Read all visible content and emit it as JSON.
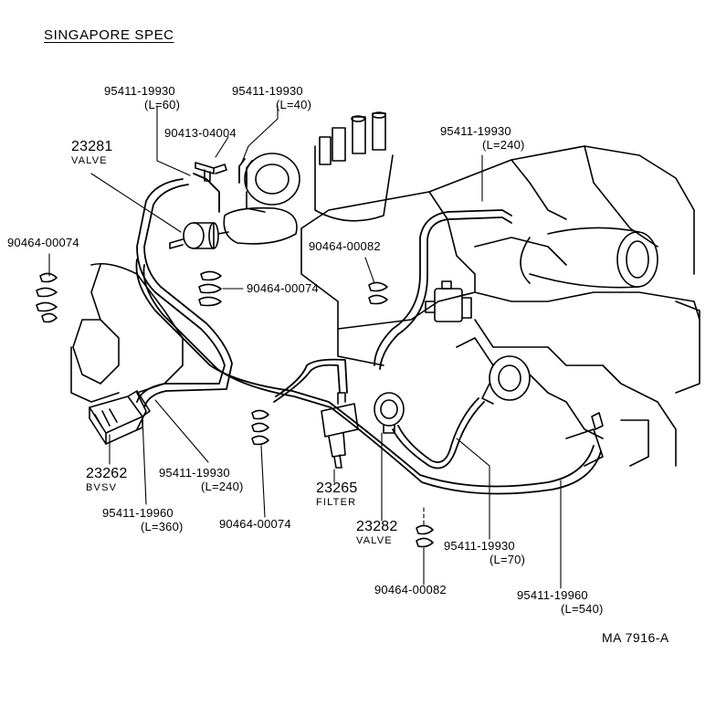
{
  "title": "SINGAPORE SPEC",
  "drawing_number": "MA  7916-A",
  "parts": [
    {
      "name": "hose-95411-19930-l60",
      "lines": [
        "95411-19930",
        "(L=60)"
      ]
    },
    {
      "name": "hose-95411-19930-l40",
      "lines": [
        "95411-19930",
        "(L=40)"
      ]
    },
    {
      "name": "union-90413-04004",
      "lines": [
        "90413-04004"
      ]
    },
    {
      "name": "valve-23281",
      "lines": [
        "23281",
        "VALVE"
      ]
    },
    {
      "name": "hose-95411-19930-l240-right",
      "lines": [
        "95411-19930",
        "(L=240)"
      ]
    },
    {
      "name": "clip-90464-00074-left",
      "lines": [
        "90464-00074"
      ]
    },
    {
      "name": "clip-90464-00082-upper",
      "lines": [
        "90464-00082"
      ]
    },
    {
      "name": "clip-90464-00074-middle",
      "lines": [
        "90464-00074"
      ]
    },
    {
      "name": "bvsv-23262",
      "lines": [
        "23262",
        "BVSV"
      ]
    },
    {
      "name": "hose-95411-19930-l240-lower",
      "lines": [
        "95411-19930",
        "(L=240)"
      ]
    },
    {
      "name": "filter-23265",
      "lines": [
        "23265",
        "FILTER"
      ]
    },
    {
      "name": "hose-95411-19960-l360",
      "lines": [
        "95411-19960",
        "(L=360)"
      ]
    },
    {
      "name": "clip-90464-00074-lower",
      "lines": [
        "90464-00074"
      ]
    },
    {
      "name": "valve-23282",
      "lines": [
        "23282",
        "VALVE"
      ]
    },
    {
      "name": "hose-95411-19930-l70",
      "lines": [
        "95411-19930",
        "(L=70)"
      ]
    },
    {
      "name": "clip-90464-00082-lower",
      "lines": [
        "90464-00082"
      ]
    },
    {
      "name": "hose-95411-19960-l540",
      "lines": [
        "95411-19960",
        "(L=540)"
      ]
    }
  ]
}
